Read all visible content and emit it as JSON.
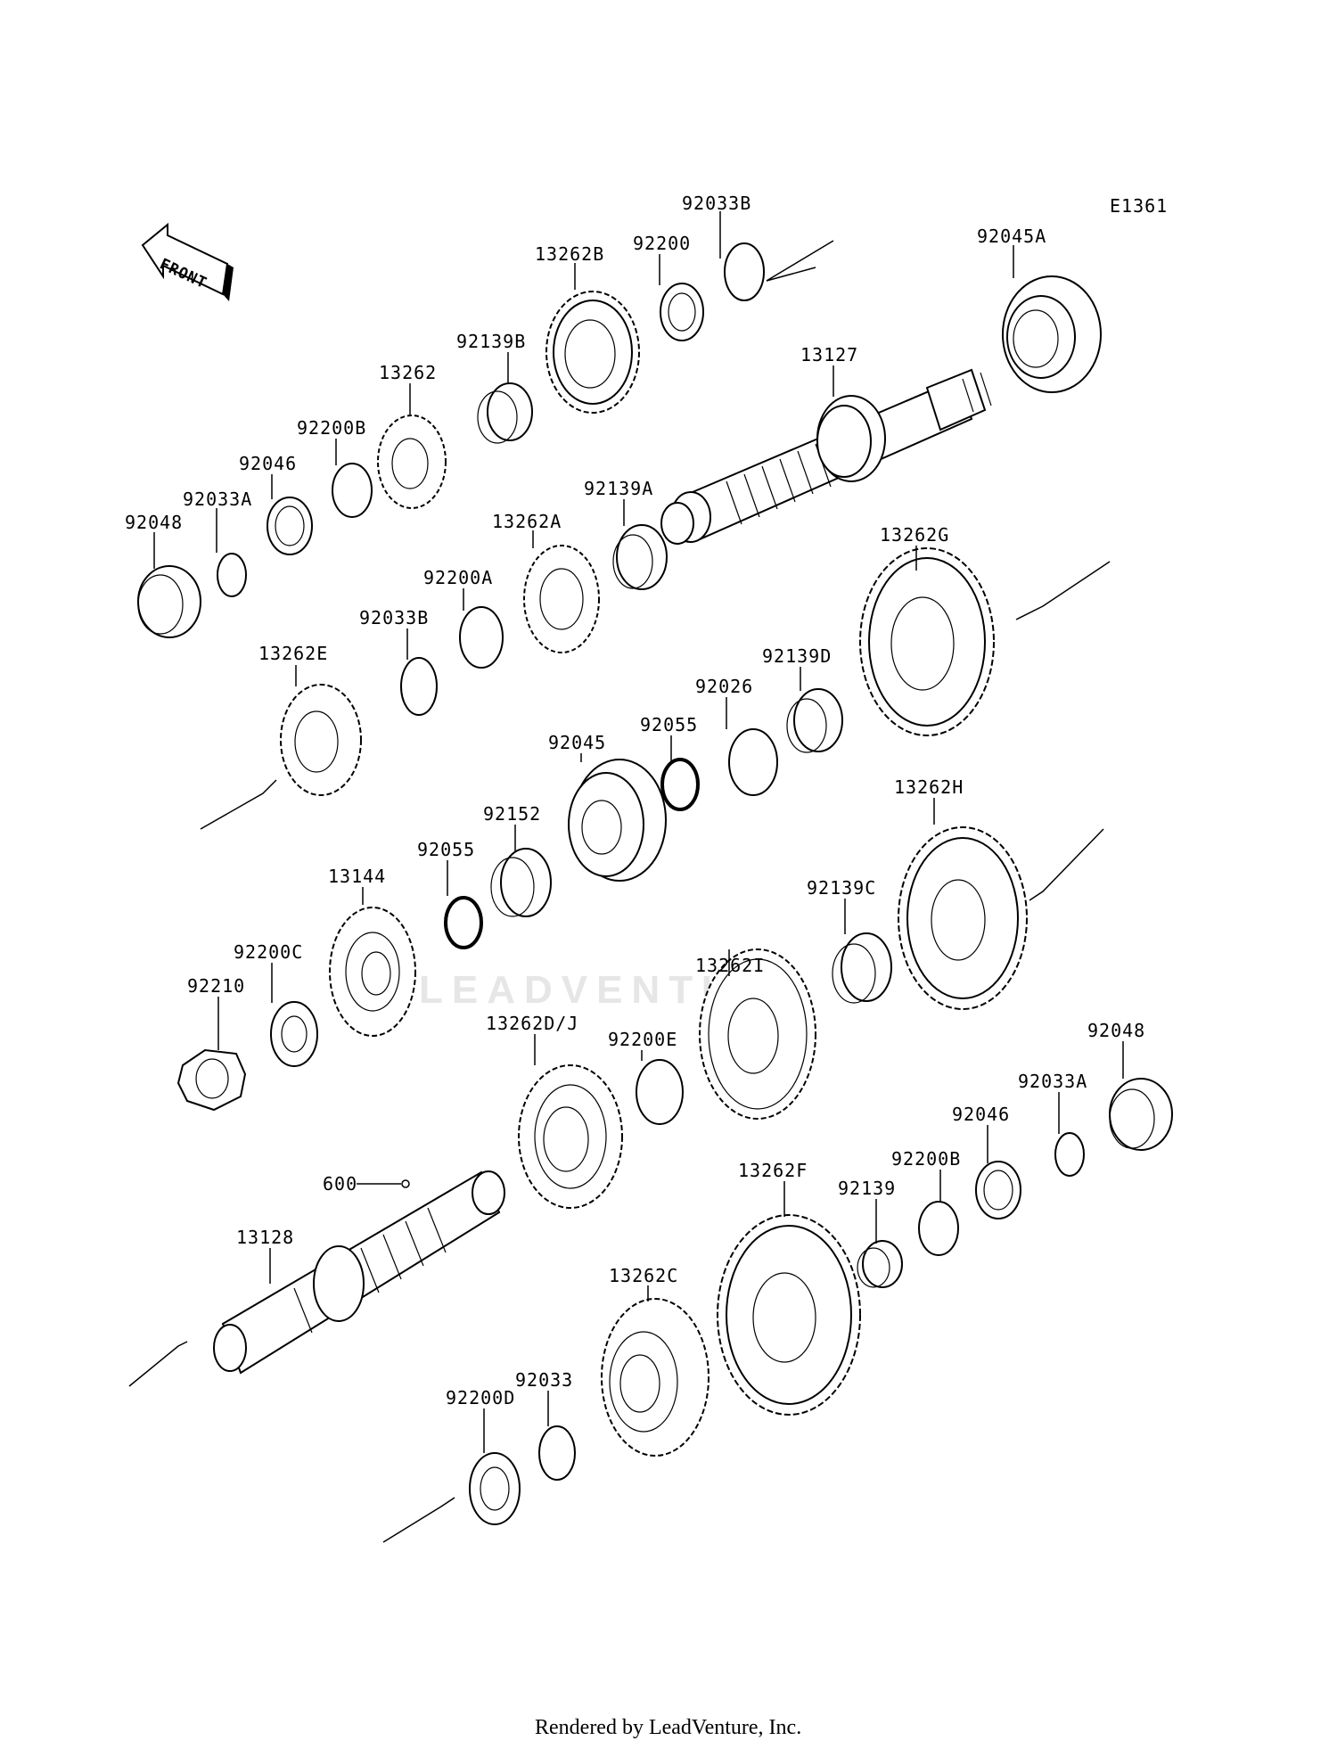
{
  "diagram_code": "E1361",
  "front_label": "FRONT",
  "watermark": "LEADVENTURE",
  "footer": "Rendered by LeadVenture, Inc.",
  "labels": {
    "p92033B_top": "92033B",
    "p92200": "92200",
    "p13262B": "13262B",
    "p92045A": "92045A",
    "p92139B": "92139B",
    "p13127": "13127",
    "p13262": "13262",
    "p92200B_top": "92200B",
    "p92046_top": "92046",
    "p92033A_top": "92033A",
    "p92048_top": "92048",
    "p92139A": "92139A",
    "p13262A": "13262A",
    "p13262G": "13262G",
    "p92200A": "92200A",
    "p92033B_mid": "92033B",
    "p13262E": "13262E",
    "p92139D": "92139D",
    "p92026": "92026",
    "p92055_top": "92055",
    "p92045": "92045",
    "p92152": "92152",
    "p13262H": "13262H",
    "p13144": "13144",
    "p92055_mid": "92055",
    "p13262I": "13262I",
    "p92139C": "92139C",
    "p92200C": "92200C",
    "p92210": "92210",
    "p92200E": "92200E",
    "p13262DJ": "13262D/J",
    "p92048_bot": "92048",
    "p92033A_bot": "92033A",
    "p600": "600",
    "p92046_bot": "92046",
    "p92200B_bot": "92200B",
    "p13262F": "13262F",
    "p92139": "92139",
    "p13128": "13128",
    "p13262C": "13262C",
    "p92033": "92033",
    "p92200D": "92200D"
  },
  "icons": {
    "front_arrow": "front-arrow-icon"
  }
}
